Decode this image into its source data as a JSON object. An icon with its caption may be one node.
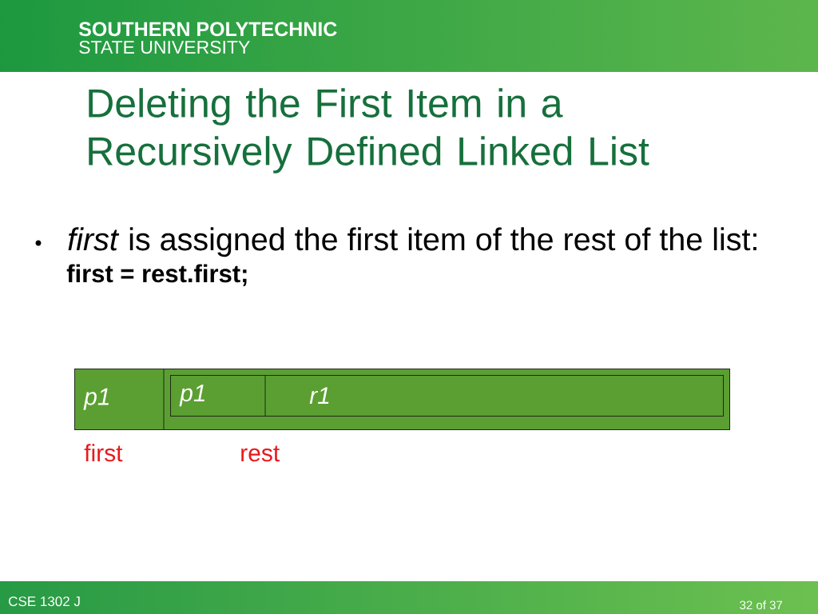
{
  "diagram": {
    "title": "Deleting the First Item in a Recursively Defined Linked List",
    "nodes": [
      {
        "text": [],
        "shape": "box"
      },
      {
        "text": [
          "p1"
        ],
        "in": 0,
        "beside": [
          "first"
        ]
      },
      {
        "text": [],
        "shape": "box",
        "in": 0,
        "beside": [
          "rest"
        ]
      },
      {
        "text": [
          "p1"
        ],
        "in": 2
      },
      {
        "text": [
          "r1"
        ],
        "in": 2
      }
    ],
    "labels": [
      "SOUTHERN POLYTECHNIC",
      "STATE UNIVERSITY",
      "*first* is assigned the first item of the rest of the list:",
      "first = rest.first;",
      "CSE 1302 J",
      "32 of 37"
    ]
  }
}
